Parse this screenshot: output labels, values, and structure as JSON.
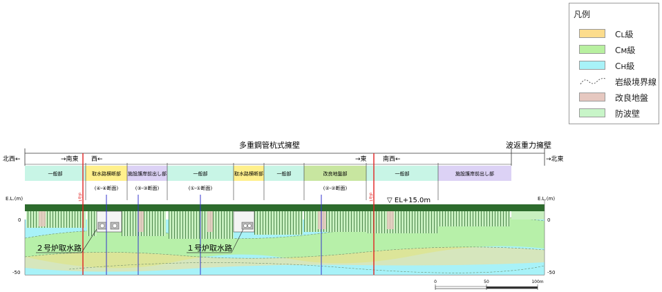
{
  "legend": {
    "title": "凡例",
    "items": [
      {
        "label": "Cʟ級",
        "color": "#fcdc8c",
        "kind": "swatch"
      },
      {
        "label": "Cᴍ級",
        "color": "#b8f0a0",
        "kind": "swatch"
      },
      {
        "label": "Cʜ級",
        "color": "#a8f2f8",
        "kind": "swatch"
      },
      {
        "label": "岩級境界線",
        "color": "#555555",
        "kind": "line"
      },
      {
        "label": "改良地盤",
        "color": "#e6c8c0",
        "kind": "swatch"
      },
      {
        "label": "防波壁",
        "color": "#c8f5c8",
        "kind": "swatch"
      }
    ]
  },
  "top": {
    "main_title": "多重鋼管杭式擁壁",
    "right_title": "波返重力擁壁"
  },
  "directions": {
    "nw_left": "北西←",
    "se": "→南東",
    "west": "西←",
    "east": "→東",
    "sw": "南西←",
    "ne_right": "→北東"
  },
  "segments": [
    {
      "label": "一般部",
      "color": "#c8f5e6"
    },
    {
      "label": "取水路横断部",
      "color": "#fff08c"
    },
    {
      "label": "施設護岸前出し部",
      "color": "#dcd2f5"
    },
    {
      "label": "一般部",
      "color": "#c8f5e6"
    },
    {
      "label": "取水路横断部",
      "color": "#fff08c"
    },
    {
      "label": "一般部",
      "color": "#c8f5e6"
    },
    {
      "label": "改良地盤部",
      "color": "#c8e6a0"
    },
    {
      "label": "一般部",
      "color": "#c8f5e6"
    },
    {
      "label": "施設護岸前出し部",
      "color": "#dcd2f5"
    }
  ],
  "sections": [
    "(④-④断面)",
    "(③-③断面)",
    "(①-①断面)",
    "(②-②断面)"
  ],
  "labels": {
    "el_left": "E.L.(m)",
    "el_right": "E.L.(m)",
    "el_marker": "▽ EL+15.0m",
    "zero_left": "0",
    "zero_right": "0",
    "minus50_left": "-50",
    "minus50_right": "-50",
    "red_line_1": "1号炉",
    "red_line_2": "1号炉",
    "intake_2": "２号炉取水路",
    "intake_1": "１号炉取水路",
    "scale_0": "0",
    "scale_50": "50",
    "scale_100": "100m"
  }
}
